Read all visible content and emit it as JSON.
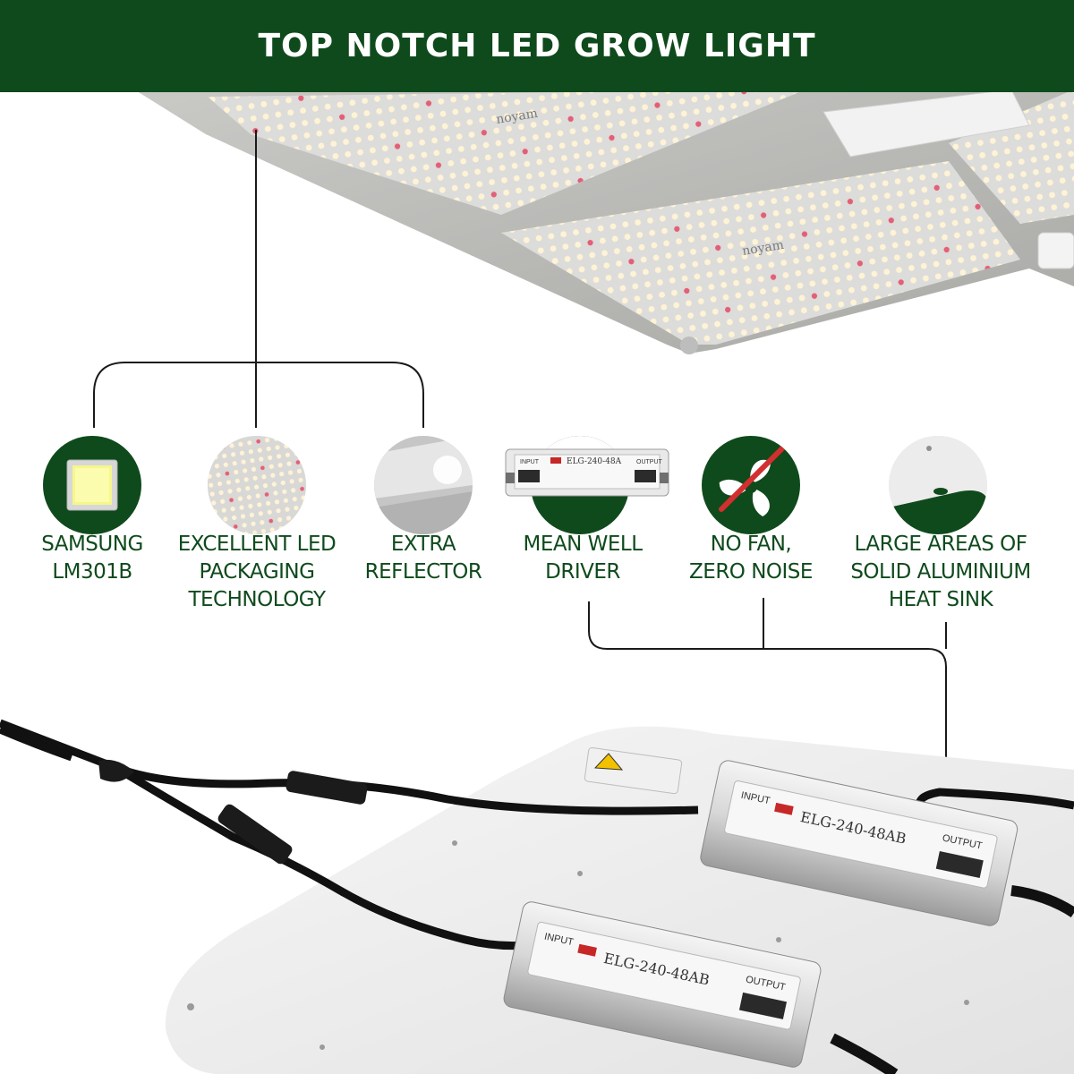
{
  "banner": {
    "title": "TOP NOTCH LED GROW LIGHT"
  },
  "colors": {
    "brand_green": "#0f4a1c",
    "background": "#ffffff",
    "led_red": "#e0607a",
    "led_warm": "#fff3d6"
  },
  "features": [
    {
      "icon": "led-chip-icon",
      "lines": [
        "SAMSUNG",
        "LM301B"
      ]
    },
    {
      "icon": "led-packaging-icon",
      "lines": [
        "EXCELLENT LED",
        "PACKAGING",
        "TECHNOLOGY"
      ]
    },
    {
      "icon": "reflector-icon",
      "lines": [
        "EXTRA",
        "REFLECTOR"
      ]
    },
    {
      "icon": "driver-icon",
      "lines": [
        "MEAN WELL",
        "DRIVER"
      ]
    },
    {
      "icon": "no-fan-icon",
      "lines": [
        "NO FAN,",
        "ZERO NOISE"
      ]
    },
    {
      "icon": "heat-sink-icon",
      "lines": [
        "LARGE AREAS OF",
        "SOLID ALUMINIUM",
        "HEAT SINK"
      ]
    }
  ],
  "driver": {
    "model_top": "ELG-240-48A",
    "model_bottom": "ELG-240-48AB",
    "input_label": "INPUT",
    "output_label": "OUTPUT"
  }
}
